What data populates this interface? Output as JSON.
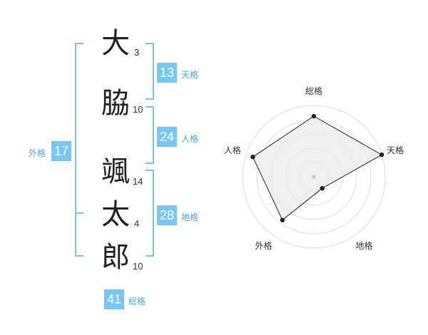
{
  "name_chars": [
    {
      "char": "大",
      "strokes": "3"
    },
    {
      "char": "脇",
      "strokes": "10"
    },
    {
      "char": "颯",
      "strokes": "14"
    },
    {
      "char": "太",
      "strokes": "4"
    },
    {
      "char": "郎",
      "strokes": "10"
    }
  ],
  "scores": {
    "tenkaku": {
      "value": "13",
      "label": "天格"
    },
    "jinkaku": {
      "value": "24",
      "label": "人格"
    },
    "chikaku": {
      "value": "28",
      "label": "地格"
    },
    "gaikaku": {
      "value": "17",
      "label": "外格"
    },
    "soukaku": {
      "value": "41",
      "label": "総格"
    }
  },
  "colors": {
    "accent": "#77c7f2",
    "bracket": "#7cc4f0",
    "text": "#222222"
  },
  "chart_data": {
    "type": "radar",
    "axes": [
      "総格",
      "天格",
      "地格",
      "外格",
      "人格"
    ],
    "values": [
      0.85,
      1.0,
      0.2,
      0.75,
      0.9
    ],
    "rings": 5
  }
}
